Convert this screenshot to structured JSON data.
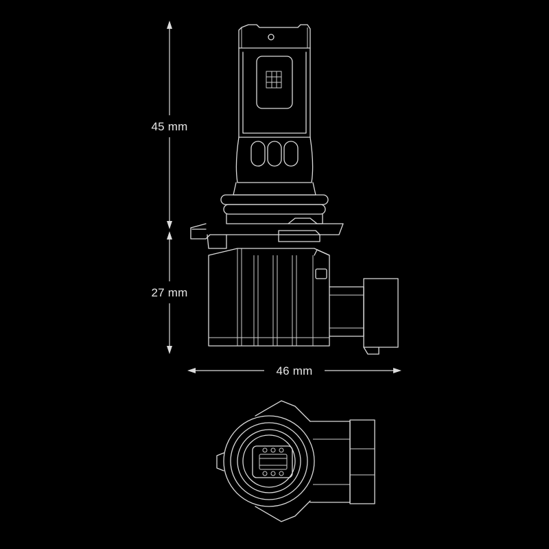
{
  "dimensions": {
    "height_upper": "45 mm",
    "height_lower": "27 mm",
    "width": "46 mm"
  },
  "colors": {
    "background": "#000000",
    "line": "#dcdcdc"
  }
}
